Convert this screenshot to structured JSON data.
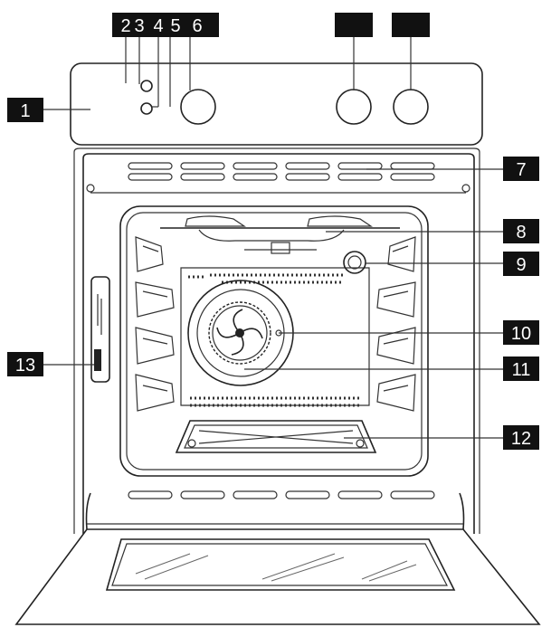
{
  "callouts": [
    {
      "id": "c1",
      "label": "1"
    },
    {
      "id": "c2",
      "label": "2"
    },
    {
      "id": "c3",
      "label": "3"
    },
    {
      "id": "c4",
      "label": "4"
    },
    {
      "id": "c5",
      "label": "5"
    },
    {
      "id": "c6",
      "label": "6"
    },
    {
      "id": "c7",
      "label": "7"
    },
    {
      "id": "c8",
      "label": "8"
    },
    {
      "id": "c9",
      "label": "9"
    },
    {
      "id": "c10",
      "label": "10"
    },
    {
      "id": "c11",
      "label": "11"
    },
    {
      "id": "c12",
      "label": "12"
    },
    {
      "id": "c13",
      "label": "13"
    },
    {
      "id": "c14",
      "label": ""
    },
    {
      "id": "c15",
      "label": ""
    }
  ]
}
